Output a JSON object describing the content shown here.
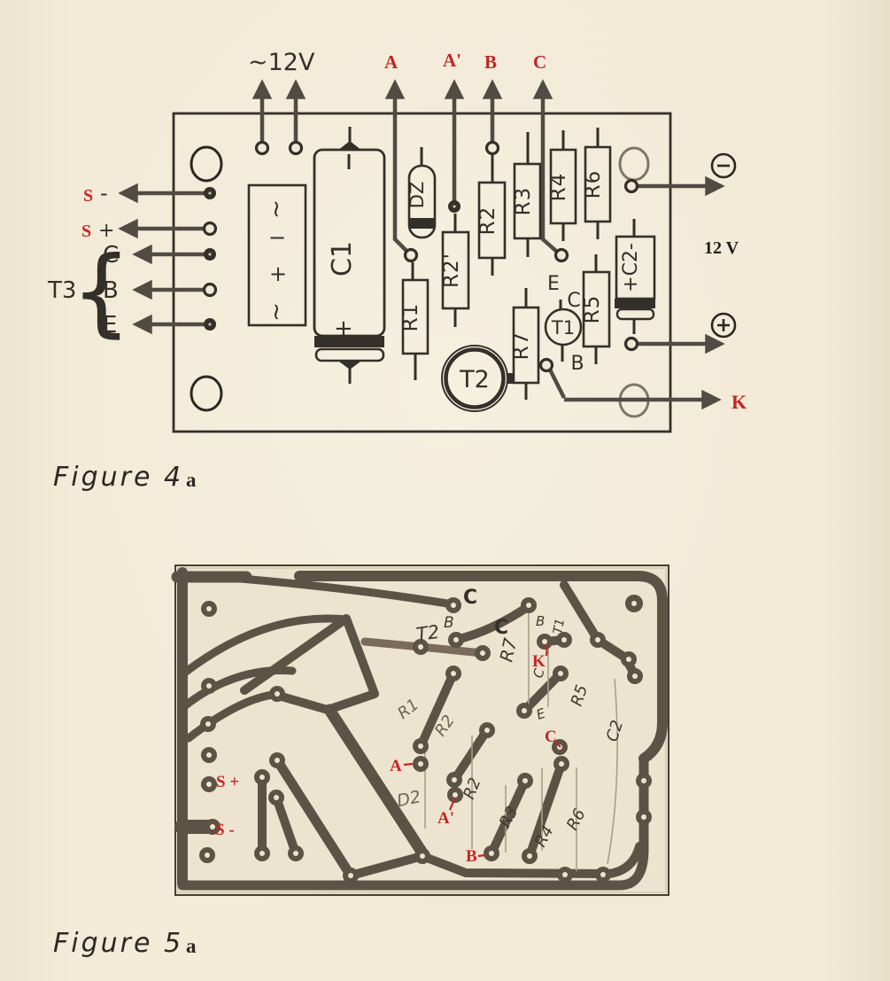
{
  "colors": {
    "page_bg": "#f1e9d5",
    "ink": "#33302a",
    "accent_red": "#c32525",
    "copper_trace": "#5b5345",
    "pencil": "#6e6655"
  },
  "figure4a": {
    "top": {
      "supply": "~12V",
      "a": "A",
      "a_prime": "A'",
      "b": "B",
      "c": "C"
    },
    "left": {
      "s1": "S",
      "s1_sign": "-",
      "s2": "S",
      "s2_sign": "+",
      "c": "C",
      "b": "B",
      "e": "E",
      "t3": "T3",
      "brace": "{"
    },
    "right": {
      "voltage": "12 V",
      "k": "K"
    },
    "components": {
      "rect_top": "~",
      "rect_minus": "−",
      "rect_plus": "+",
      "rect_bottom": "~",
      "c1": "C1",
      "c1_plus": "+",
      "dz": "DZ",
      "r1": "R1",
      "r2_prime": "R2'",
      "r2": "R2",
      "r3": "R3",
      "r4": "R4",
      "r5": "R5",
      "r6": "R6",
      "r7": "R7",
      "c2": "+C2-",
      "t1": "T1",
      "t1_e": "E",
      "t1_c": "C",
      "t1_b": "B",
      "t2": "T2"
    },
    "caption": {
      "title": "Figure  4",
      "suffix": "a"
    }
  },
  "figure5a": {
    "red": {
      "s_plus": "S +",
      "s_minus": "S -",
      "a": "A",
      "a_prime": "A'",
      "b": "B",
      "c": "C",
      "k": "K"
    },
    "pencil": {
      "t2": "T2",
      "b": "B",
      "c_top": "C",
      "c_mid": "C",
      "r7": "R7",
      "t1_b": "B",
      "t1": "T1",
      "c_k": "C",
      "e": "E",
      "r1": "R1",
      "r2_upper": "R2",
      "d2": "D2",
      "r2": "R2",
      "r3": "R3",
      "r4": "R4",
      "r6": "R6",
      "r5": "R5",
      "c2": "C2"
    },
    "caption": {
      "title": "Figure  5",
      "suffix": "a"
    }
  }
}
